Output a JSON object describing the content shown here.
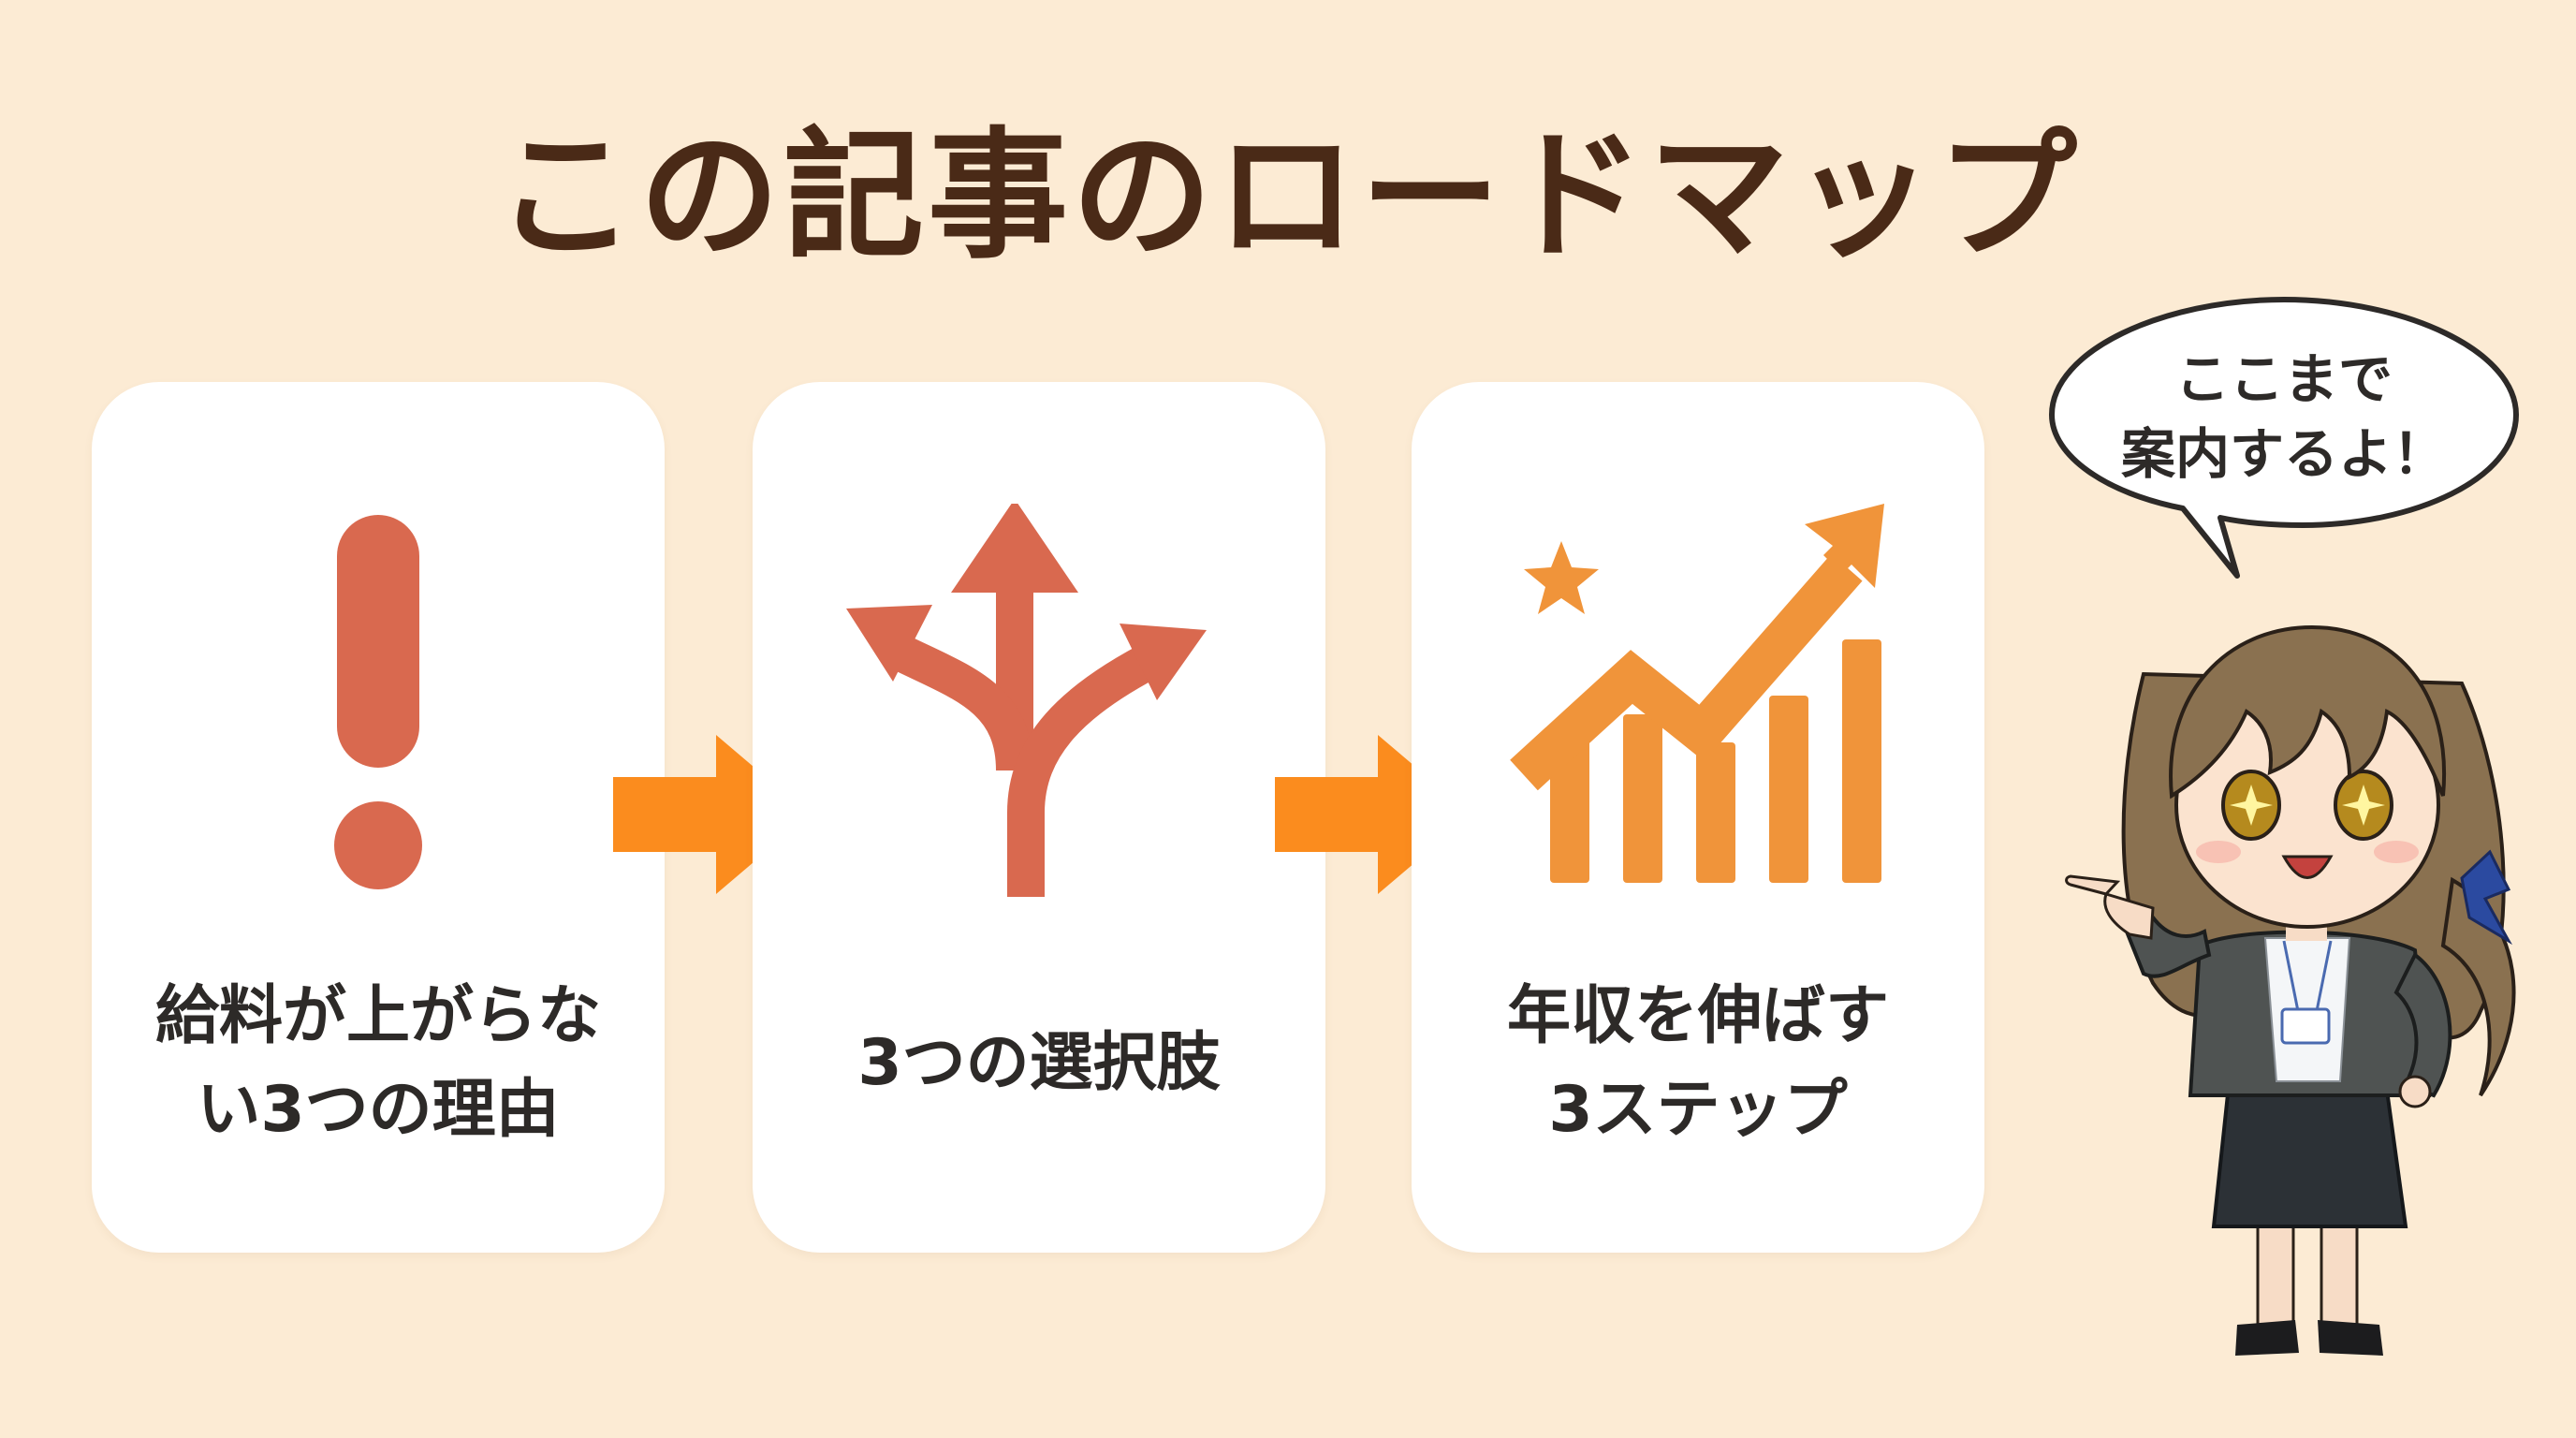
{
  "title": "この記事のロードマップ",
  "steps": [
    {
      "line1": "給料が上がらな",
      "line2": "い3つの理由",
      "icon": "exclamation-icon"
    },
    {
      "line1": "3つの選択肢",
      "line2": "",
      "icon": "branching-arrows-icon"
    },
    {
      "line1": "年収を伸ばす",
      "line2": "3ステップ",
      "icon": "growth-chart-icon"
    }
  ],
  "bubble": {
    "line1": "ここまで",
    "line2": "案内するよ！"
  },
  "colors": {
    "background": "#fcebd4",
    "title": "#4a2a17",
    "icon_red": "#d9694f",
    "icon_orange": "#f0943a",
    "arrow_orange": "#fb8c1e"
  }
}
